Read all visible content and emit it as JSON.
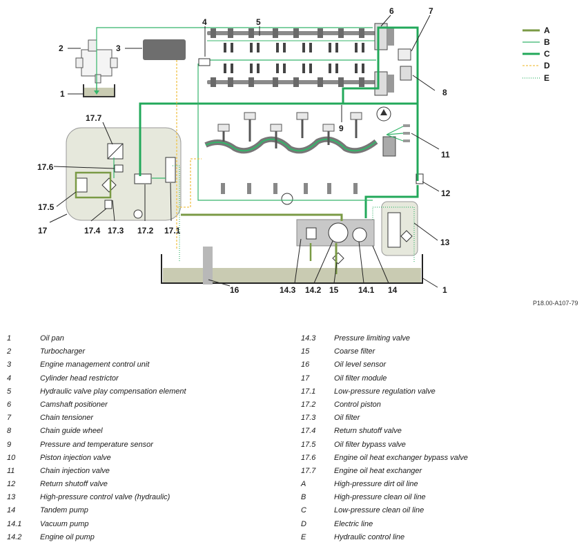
{
  "reference_code": "P18.00-A107-79",
  "line_legend": [
    {
      "key": "A",
      "color": "#7a9a45",
      "style": "solid-thick"
    },
    {
      "key": "B",
      "color": "#34b56a",
      "style": "solid-thin"
    },
    {
      "key": "C",
      "color": "#22a85a",
      "style": "solid-thick"
    },
    {
      "key": "D",
      "color": "#f0c24a",
      "style": "dashed"
    },
    {
      "key": "E",
      "color": "#34b56a",
      "style": "dotted"
    }
  ],
  "callouts": {
    "c1": "1",
    "c1b": "1",
    "c2": "2",
    "c3": "3",
    "c4": "4",
    "c5": "5",
    "c6": "6",
    "c7": "7",
    "c8": "8",
    "c9": "9",
    "c11": "11",
    "c12": "12",
    "c13": "13",
    "c14": "14",
    "c14_1": "14.1",
    "c14_2": "14.2",
    "c14_3": "14.3",
    "c15": "15",
    "c16": "16",
    "c17": "17",
    "c17_1": "17.1",
    "c17_2": "17.2",
    "c17_3": "17.3",
    "c17_4": "17.4",
    "c17_5": "17.5",
    "c17_6": "17.6",
    "c17_7": "17.7"
  },
  "legend_left": [
    {
      "code": "1",
      "desc": "Oil pan"
    },
    {
      "code": "2",
      "desc": "Turbocharger"
    },
    {
      "code": "3",
      "desc": "Engine management control unit"
    },
    {
      "code": "4",
      "desc": "Cylinder head restrictor"
    },
    {
      "code": "5",
      "desc": "Hydraulic valve play compensation element"
    },
    {
      "code": "6",
      "desc": "Camshaft positioner"
    },
    {
      "code": "7",
      "desc": "Chain tensioner"
    },
    {
      "code": "8",
      "desc": "Chain guide wheel"
    },
    {
      "code": "9",
      "desc": "Pressure and temperature sensor"
    },
    {
      "code": "10",
      "desc": "Piston injection valve"
    },
    {
      "code": "11",
      "desc": "Chain injection valve"
    },
    {
      "code": "12",
      "desc": "Return shutoff valve"
    },
    {
      "code": "13",
      "desc": "High-pressure control valve (hydraulic)"
    },
    {
      "code": "14",
      "desc": "Tandem pump"
    },
    {
      "code": "14.1",
      "desc": "Vacuum pump"
    },
    {
      "code": "14.2",
      "desc": "Engine oil pump"
    }
  ],
  "legend_right": [
    {
      "code": "14.3",
      "desc": "Pressure limiting valve"
    },
    {
      "code": "15",
      "desc": "Coarse filter"
    },
    {
      "code": "16",
      "desc": "Oil level sensor"
    },
    {
      "code": "17",
      "desc": "Oil filter module"
    },
    {
      "code": "17.1",
      "desc": "Low-pressure regulation valve"
    },
    {
      "code": "17.2",
      "desc": "Control piston"
    },
    {
      "code": "17.3",
      "desc": "Oil filter"
    },
    {
      "code": "17.4",
      "desc": "Return shutoff valve"
    },
    {
      "code": "17.5",
      "desc": "Oil filter bypass valve"
    },
    {
      "code": "17.6",
      "desc": "Engine oil heat exchanger bypass valve"
    },
    {
      "code": "17.7",
      "desc": "Engine oil heat exchanger"
    },
    {
      "code": "A",
      "desc": "High-pressure dirt oil line"
    },
    {
      "code": "B",
      "desc": "High-pressure clean oil line"
    },
    {
      "code": "C",
      "desc": "Low-pressure clean oil line"
    },
    {
      "code": "D",
      "desc": "Electric line"
    },
    {
      "code": "E",
      "desc": "Hydraulic control line"
    }
  ]
}
